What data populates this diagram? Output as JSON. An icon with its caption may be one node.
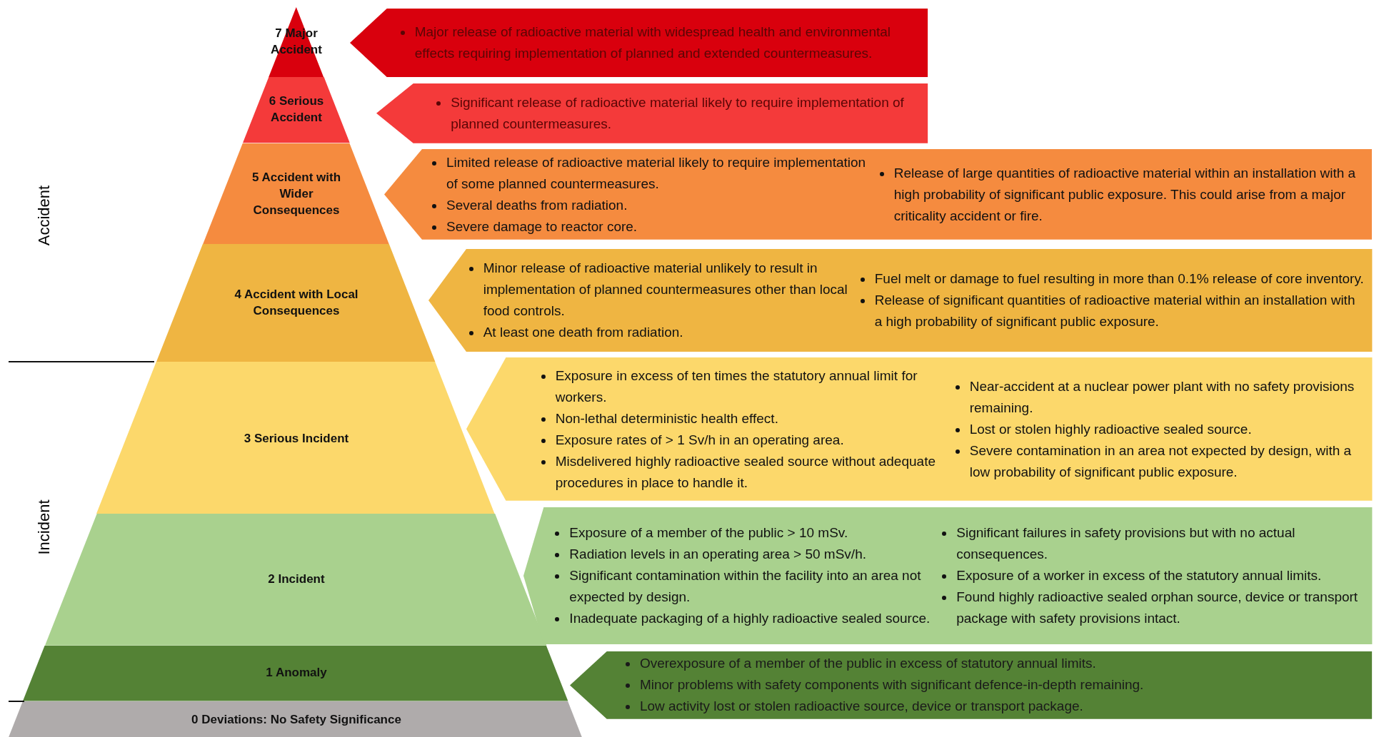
{
  "diagram": {
    "nodes": [
      {
        "text": [
          "7 Major Accident"
        ]
      },
      {
        "text": [
          "Major release of radioactive material with widespread health and environmental effects requiring implementation of planned and extended countermeasures."
        ]
      },
      {
        "text": [
          "6 Serious Accident"
        ]
      },
      {
        "text": [
          "Significant release of radioactive material likely to require implementation of planned countermeasures."
        ]
      },
      {
        "text": [
          "5 Accident with Wider Consequences"
        ]
      },
      {
        "text": [
          "Limited release of radioactive material likely to require implementation of some planned countermeasures.",
          "Several deaths from radiation.",
          "Severe damage to reactor core.",
          "Release of large quantities of radioactive material within an installation with a high probability of significant public exposure. This could arise from a major criticality accident or fire."
        ]
      },
      {
        "text": [
          "4 Accident with Local Consequences"
        ]
      },
      {
        "text": [
          "Minor release of radioactive material unlikely to result in implementation of planned countermeasures other than local food controls.",
          "At least one death from radiation.",
          "Fuel melt or damage to fuel resulting in more than 0.1% release of core inventory.",
          "Release of significant quantities of radioactive material within an installation with a high probability of significant public exposure."
        ]
      },
      {
        "text": [
          "3 Serious Incident"
        ]
      },
      {
        "text": [
          "Exposure in excess of ten times the statutory annual limit for workers.",
          "Non-lethal deterministic health effect.",
          "Exposure rates of > 1 Sv/h in an operating area.",
          "Misdelivered highly radioactive sealed source without adequate procedures in place to handle it.",
          "Near-accident at a nuclear power plant with no safety provisions remaining.",
          "Lost or stolen highly radioactive sealed source.",
          "Severe contamination in an area not expected by design, with a low probability of significant public exposure."
        ]
      },
      {
        "text": [
          "2 Incident"
        ]
      },
      {
        "text": [
          "Exposure of a member of the public > 10 mSv.",
          "Radiation levels in an operating area > 50 mSv/h.",
          "Significant contamination within the facility into an area not expected by design.",
          "Inadequate packaging of a highly radioactive sealed source.",
          "Significant failures in safety provisions but with no actual consequences.",
          "Exposure of a worker in excess of the statutory annual limits.",
          "Found highly radioactive sealed orphan source, device or transport package with safety provisions intact."
        ]
      },
      {
        "text": [
          "1 Anomaly"
        ]
      },
      {
        "text": [
          "Overexposure of a member of the public in excess of statutory annual limits.",
          "Minor problems with safety components with significant defence-in-depth remaining.",
          "Low activity lost or stolen radioactive source, device or transport package."
        ]
      },
      {
        "text": [
          "0 Deviations: No Safety Significance"
        ]
      }
    ],
    "labels": [
      "Accident",
      "Incident"
    ]
  }
}
